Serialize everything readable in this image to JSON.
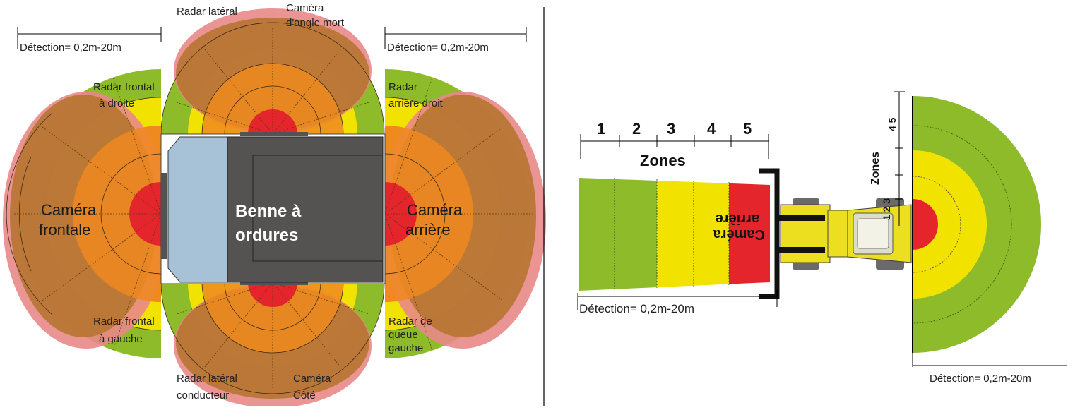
{
  "left_diagram": {
    "detection_left": "Détection= 0,2m-20m",
    "detection_right": "Détection= 0,2m-20m",
    "truck_label_line1": "Benne à",
    "truck_label_line2": "ordures",
    "front_camera": [
      "Caméra",
      "frontale"
    ],
    "rear_camera": [
      "Caméra",
      "arrière"
    ],
    "top_labels": {
      "side_radar": "Radar latéral",
      "blind_spot_camera": [
        "Caméra",
        "d'angle mort"
      ]
    },
    "bottom_labels": {
      "driver_side_radar": [
        "Radar latéral",
        "conducteur"
      ],
      "side_camera": [
        "Caméra",
        "Côté"
      ]
    },
    "corner_labels": {
      "front_right_radar": [
        "Radar frontal",
        "à droite"
      ],
      "front_left_radar": [
        "Radar frontal",
        "à gauche"
      ],
      "rear_right_radar": [
        "Radar",
        "arrière droit"
      ],
      "rear_left_radar": [
        "Radar de",
        "queue",
        "gauche"
      ]
    }
  },
  "right_diagram": {
    "zone_numbers": [
      "1",
      "2",
      "3",
      "4",
      "5"
    ],
    "zones_title": "Zones",
    "rear_camera": [
      "Caméra",
      "arrière"
    ],
    "detection_bottom_left": "Détection= 0,2m-20m",
    "detection_bottom_right": "Détection= 0,2m-20m",
    "vertical_zones_title": "Zones",
    "vertical_numbers_top": "4 5",
    "vertical_numbers_mid": "1 2 3"
  },
  "colors": {
    "green": "#8dbb2a",
    "yellow": "#f2e200",
    "orange": "#ef8a1e",
    "red": "#e4262c",
    "brown": "#b4732c",
    "pink": "#f4a0a0",
    "truck_cab": "#a7c1d6",
    "truck_body": "#555252",
    "rear_truck_yellow": "#ecdf1f"
  }
}
